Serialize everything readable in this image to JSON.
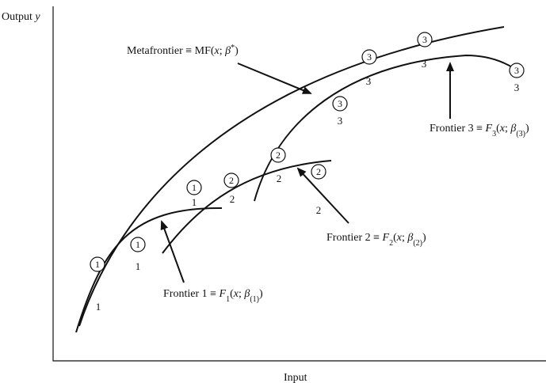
{
  "axes": {
    "ylabel": "Output y",
    "xlabel": "Input"
  },
  "labels": {
    "metafrontier": "Metafrontier ≡ MF(x; β*)",
    "frontier1": "Frontier 1 ≡ F1(x; β(1))",
    "frontier2": "Frontier 2 ≡ F2(x; β(2))",
    "frontier3": "Frontier 3 ≡ F3(x; β(3))"
  },
  "group_marks": {
    "g1": "1",
    "g2": "2",
    "g3": "3"
  }
}
